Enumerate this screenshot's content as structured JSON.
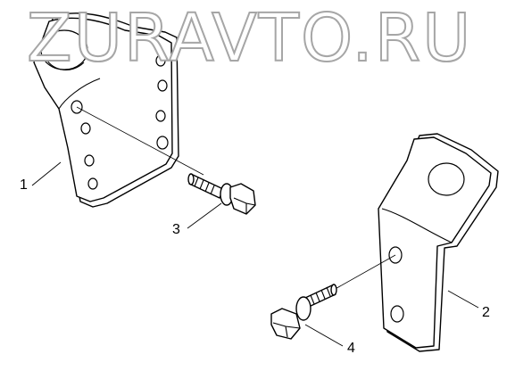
{
  "watermark": {
    "text": "ZURAVTO.RU"
  },
  "drawing_code": "",
  "callouts": [
    {
      "id": "1",
      "label": "1"
    },
    {
      "id": "2",
      "label": "2"
    },
    {
      "id": "3",
      "label": "3"
    },
    {
      "id": "4",
      "label": "4"
    }
  ]
}
